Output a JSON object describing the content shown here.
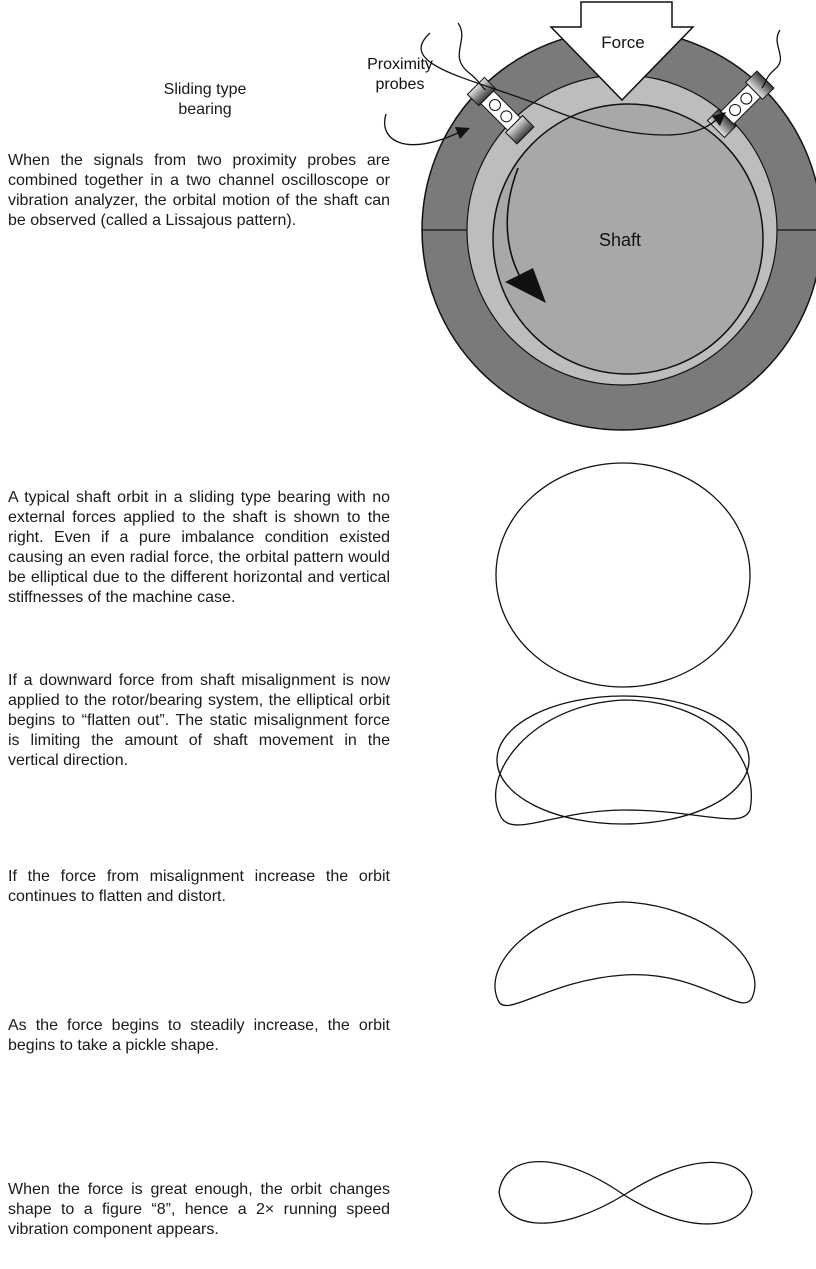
{
  "bearing": {
    "caption": "Sliding type bearing",
    "probes_label_line1": "Proximity",
    "probes_label_line2": "probes",
    "force_label": "Force",
    "shaft_label": "Shaft"
  },
  "paragraphs": [
    "When the signals from two proximity probes are combined together in a two channel oscilloscope or vibration analyzer, the orbital motion of the shaft can be observed (called a Lissajous pattern).",
    "A typical shaft orbit in a sliding type bearing with no external forces applied to the shaft is shown to the right. Even if a pure imbalance condition existed causing an even radial force, the orbital pattern would be elliptical due to the different horizontal and vertical stiffnesses of the machine case.",
    "If a downward force from shaft misalignment is now applied to the rotor/bearing system, the elliptical orbit begins to “flatten out”.  The static misalignment force is limiting the amount of shaft movement in the vertical direction.",
    "If the force from misalignment increase the orbit continues to flatten and distort.",
    "As the force begins to steadily increase, the orbit begins to take a pickle shape.",
    "When the force is great enough, the orbit changes shape to a figure “8”, hence a 2× running speed vibration component appears."
  ],
  "colors": {
    "housing": "#7a7a7a",
    "liner": "#bdbdbd",
    "shaft": "#a8a8a8",
    "ink": "#111111"
  }
}
